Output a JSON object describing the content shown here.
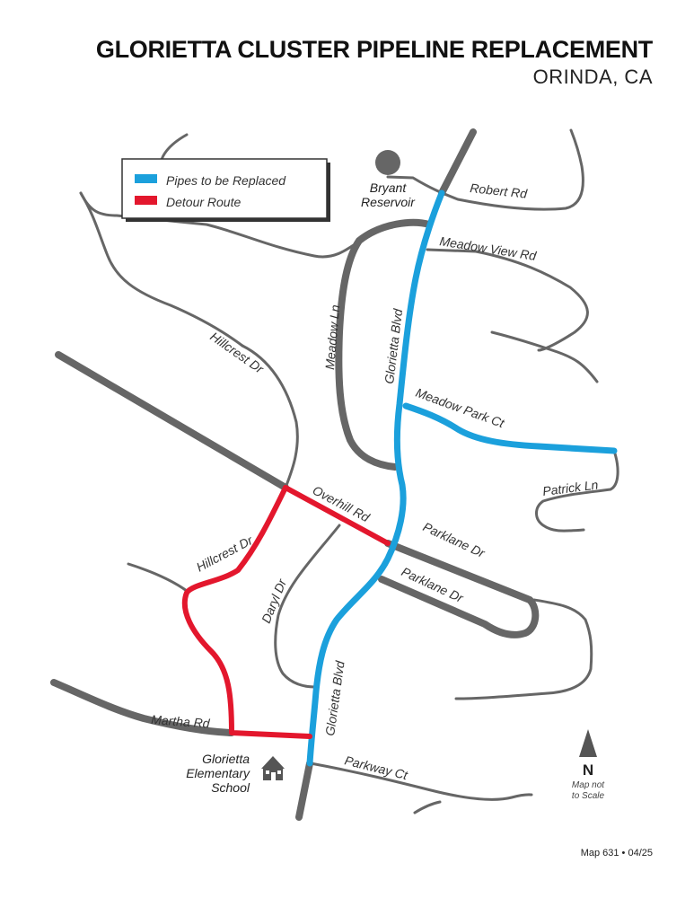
{
  "header": {
    "title": "GLORIETTA CLUSTER PIPELINE REPLACEMENT",
    "subtitle": "ORINDA, CA"
  },
  "legend": {
    "items": [
      {
        "label": "Pipes to be Replaced",
        "color": "#1ba0dc"
      },
      {
        "label": "Detour Route",
        "color": "#e3172d"
      }
    ]
  },
  "streets": {
    "robert_rd": "Robert Rd",
    "meadow_view_rd": "Meadow View Rd",
    "meadow_ln": "Meadow Ln",
    "glorietta_blvd_north": "Glorietta Blvd",
    "hillcrest_dr_north": "Hillcrest Dr",
    "meadow_park_ct": "Meadow Park Ct",
    "patrick_ln": "Patrick Ln",
    "overhill_rd": "Overhill Rd",
    "parklane_dr_upper": "Parklane Dr",
    "parklane_dr_lower": "Parklane Dr",
    "hillcrest_dr_south": "Hillcrest Dr",
    "daryl_dr": "Daryl Dr",
    "glorietta_blvd_south": "Glorietta Blvd",
    "martha_rd": "Martha Rd",
    "parkway_ct": "Parkway Ct"
  },
  "places": {
    "reservoir_line1": "Bryant",
    "reservoir_line2": "Reservoir",
    "school_line1": "Glorietta",
    "school_line2": "Elementary",
    "school_line3": "School"
  },
  "north_arrow": {
    "letter": "N",
    "note_line1": "Map not",
    "note_line2": "to Scale"
  },
  "footer": {
    "map_id": "Map 631 • 04/25"
  },
  "colors": {
    "pipe": "#1ba0dc",
    "detour": "#e3172d",
    "road": "#666666"
  },
  "icons": [
    "reservoir-marker-icon",
    "school-icon",
    "north-arrow-icon"
  ]
}
